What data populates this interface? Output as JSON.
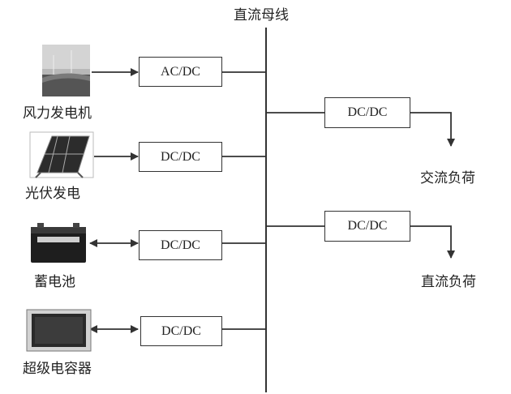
{
  "bus": {
    "label": "直流母线"
  },
  "sources": [
    {
      "label": "风力发电机",
      "converter": "AC/DC",
      "icon": "wind-turbine-icon",
      "flow": "one-way"
    },
    {
      "label": "光伏发电",
      "converter": "DC/DC",
      "icon": "solar-panel-icon",
      "flow": "one-way"
    },
    {
      "label": "蓄电池",
      "converter": "DC/DC",
      "icon": "battery-icon",
      "flow": "two-way"
    },
    {
      "label": "超级电容器",
      "converter": "DC/DC",
      "icon": "supercapacitor-icon",
      "flow": "two-way"
    }
  ],
  "loads": [
    {
      "label": "交流负荷",
      "converter": "DC/DC"
    },
    {
      "label": "直流负荷",
      "converter": "DC/DC"
    }
  ],
  "colors": {
    "line": "#333333",
    "box_border": "#333333",
    "text": "#222222"
  }
}
